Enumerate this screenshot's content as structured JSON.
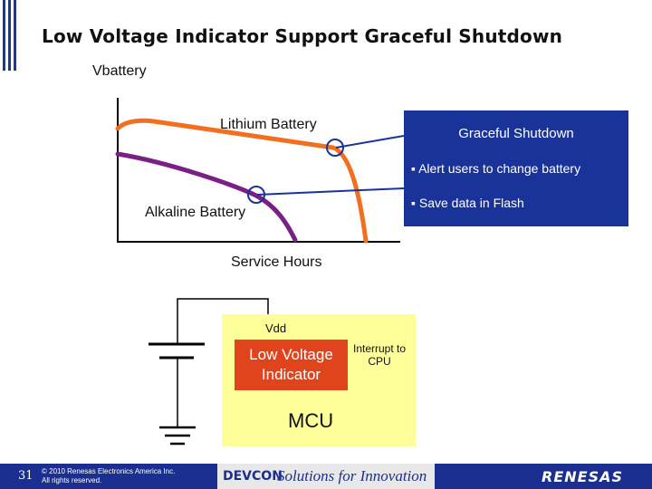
{
  "slide": {
    "title": "Low Voltage Indicator Support Graceful Shutdown",
    "page_number": "31",
    "brand_accent": "#1a3399"
  },
  "graph": {
    "y_label": "Vbattery",
    "x_label": "Service Hours",
    "lithium_label": "Lithium Battery",
    "alkaline_label": "Alkaline Battery",
    "lithium_color": "#f07020",
    "alkaline_color": "#7a1f86",
    "threshold_color": "#1a3399"
  },
  "shutdown_box": {
    "heading": "Graceful Shutdown",
    "bullets": [
      "Alert users to change battery",
      "Save data in Flash"
    ]
  },
  "circuit": {
    "vdd_label": "Vdd",
    "lvi_line1": "Low Voltage",
    "lvi_line2": "Indicator",
    "interrupt_line1": "Interrupt to",
    "interrupt_line2": "CPU",
    "mcu_label": "MCU",
    "mcu_fill": "#ffff99",
    "lvi_fill": "#e0441c"
  },
  "footer": {
    "copyright_line1": "© 2010 Renesas Electronics America Inc.",
    "copyright_line2": "All rights reserved.",
    "event_logo": "DEVCON",
    "tagline": "Solutions for Innovation",
    "company_logo": "RENESAS"
  }
}
